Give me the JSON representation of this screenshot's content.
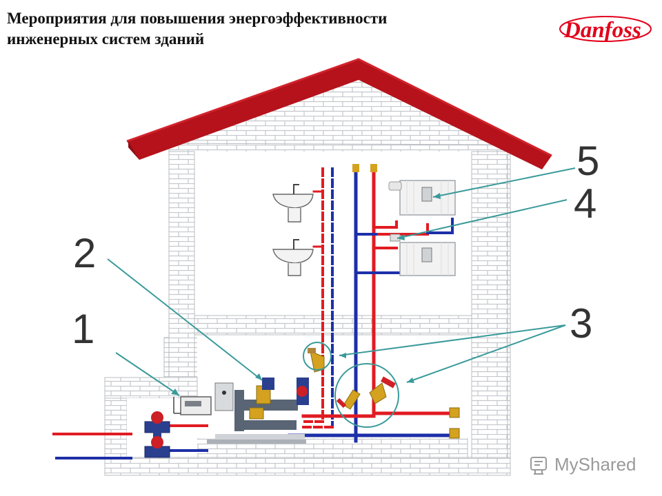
{
  "title": {
    "line1": "Мероприятия для повышения энергоэффективности",
    "line2": "инженерных систем зданий"
  },
  "logo": {
    "text": "Danfoss",
    "color": "#e2001a"
  },
  "labels": {
    "n1": "1",
    "n2": "2",
    "n3": "3",
    "n4": "4",
    "n5": "5"
  },
  "watermark": {
    "text": "MyShared"
  },
  "colors": {
    "roof": "#b5121b",
    "brick_fill": "#ffffff",
    "brick_line": "#bfc3c8",
    "pipe_supply": "#e11b22",
    "pipe_return": "#1d2fa8",
    "callout": "#3a9a9a",
    "valve": "#d4a21f"
  },
  "icons": [
    "sink-icon",
    "radiator-icon",
    "valve-icon",
    "heat-meter-icon",
    "control-cabinet-icon",
    "pump-icon",
    "mouse-icon"
  ]
}
